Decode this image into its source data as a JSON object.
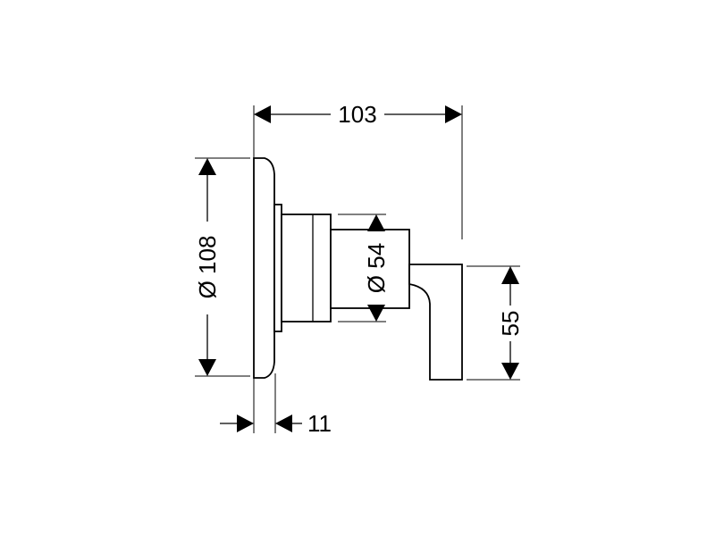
{
  "drawing": {
    "dimensions": {
      "overall_depth": "103",
      "plate_diameter": "Ø 108",
      "body_diameter": "Ø 54",
      "lever_length": "55",
      "plate_thickness": "11"
    }
  }
}
